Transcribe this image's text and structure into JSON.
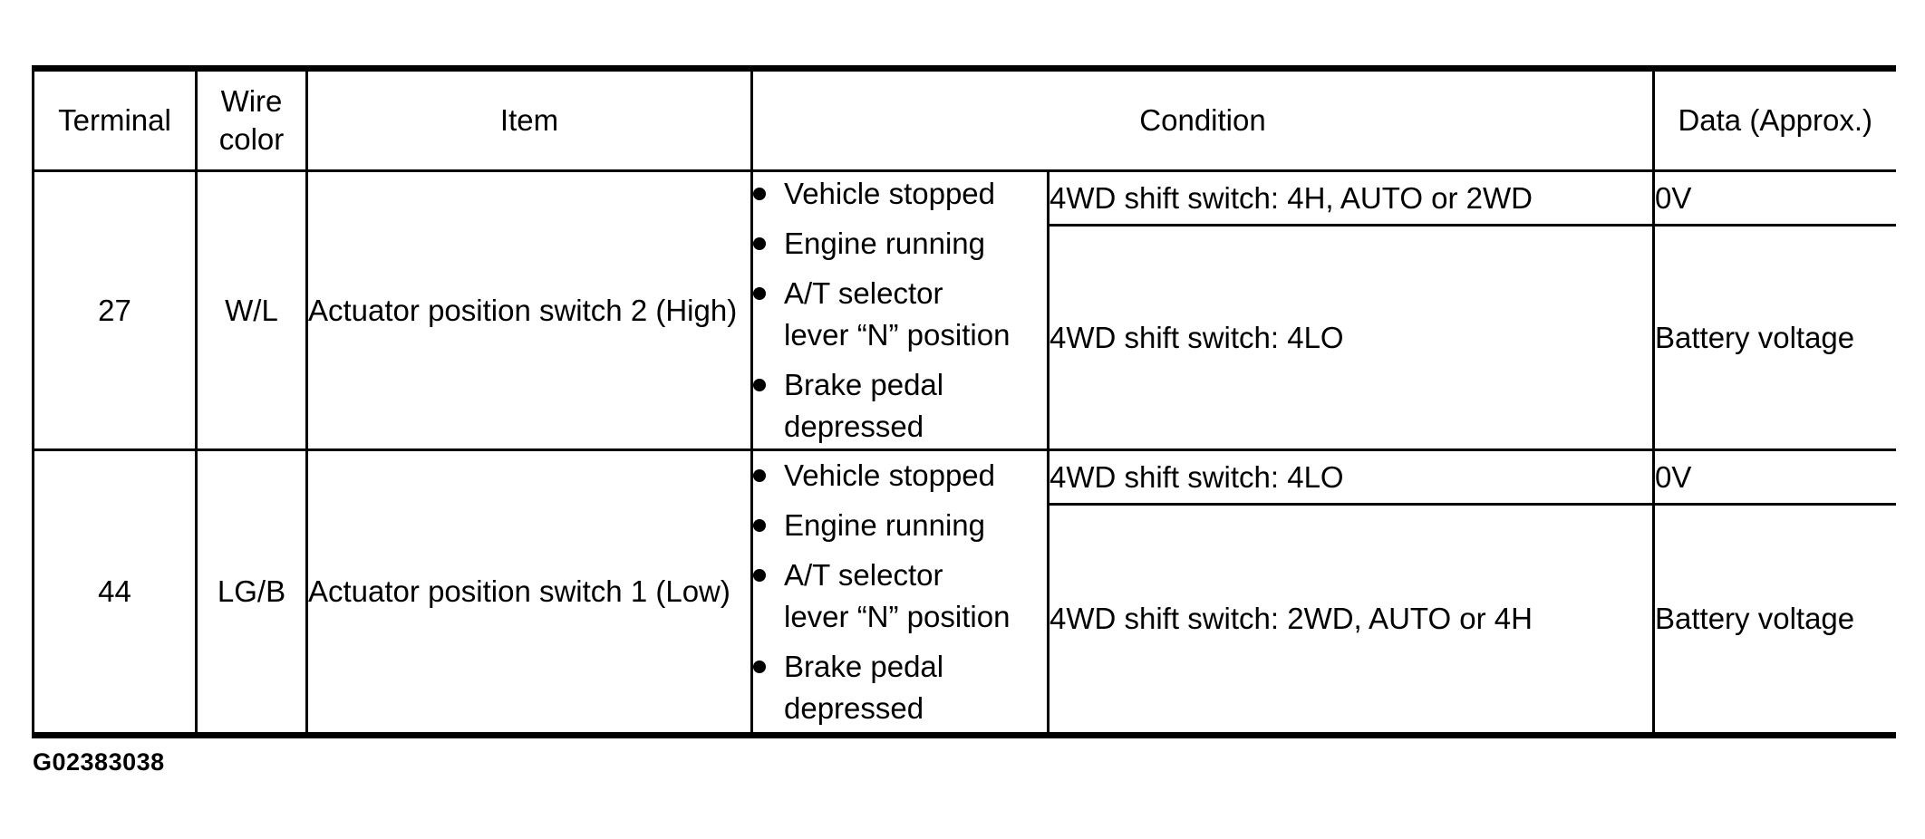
{
  "table": {
    "header": {
      "terminal": "Terminal",
      "wire_color": "Wire color",
      "item": "Item",
      "condition": "Condition",
      "data": "Data (Approx.)"
    },
    "rows": [
      {
        "terminal": "27",
        "wire_color": "W/L",
        "item": "Actuator position switch 2 (High)",
        "conditions": [
          "Vehicle stopped",
          "Engine running",
          "A/T selector lever “N” position",
          "Brake pedal depressed"
        ],
        "cases": [
          {
            "condition": "4WD shift switch: 4H, AUTO or 2WD",
            "data": "0V"
          },
          {
            "condition": "4WD shift switch: 4LO",
            "data": "Battery voltage"
          }
        ]
      },
      {
        "terminal": "44",
        "wire_color": "LG/B",
        "item": "Actuator position switch 1 (Low)",
        "conditions": [
          "Vehicle stopped",
          "Engine running",
          "A/T selector lever “N” position",
          "Brake pedal depressed"
        ],
        "cases": [
          {
            "condition": "4WD shift switch: 4LO",
            "data": "0V"
          },
          {
            "condition": "4WD shift switch: 2WD, AUTO or 4H",
            "data": "Battery voltage"
          }
        ]
      }
    ]
  },
  "footer": {
    "figure_id": "G02383038"
  }
}
